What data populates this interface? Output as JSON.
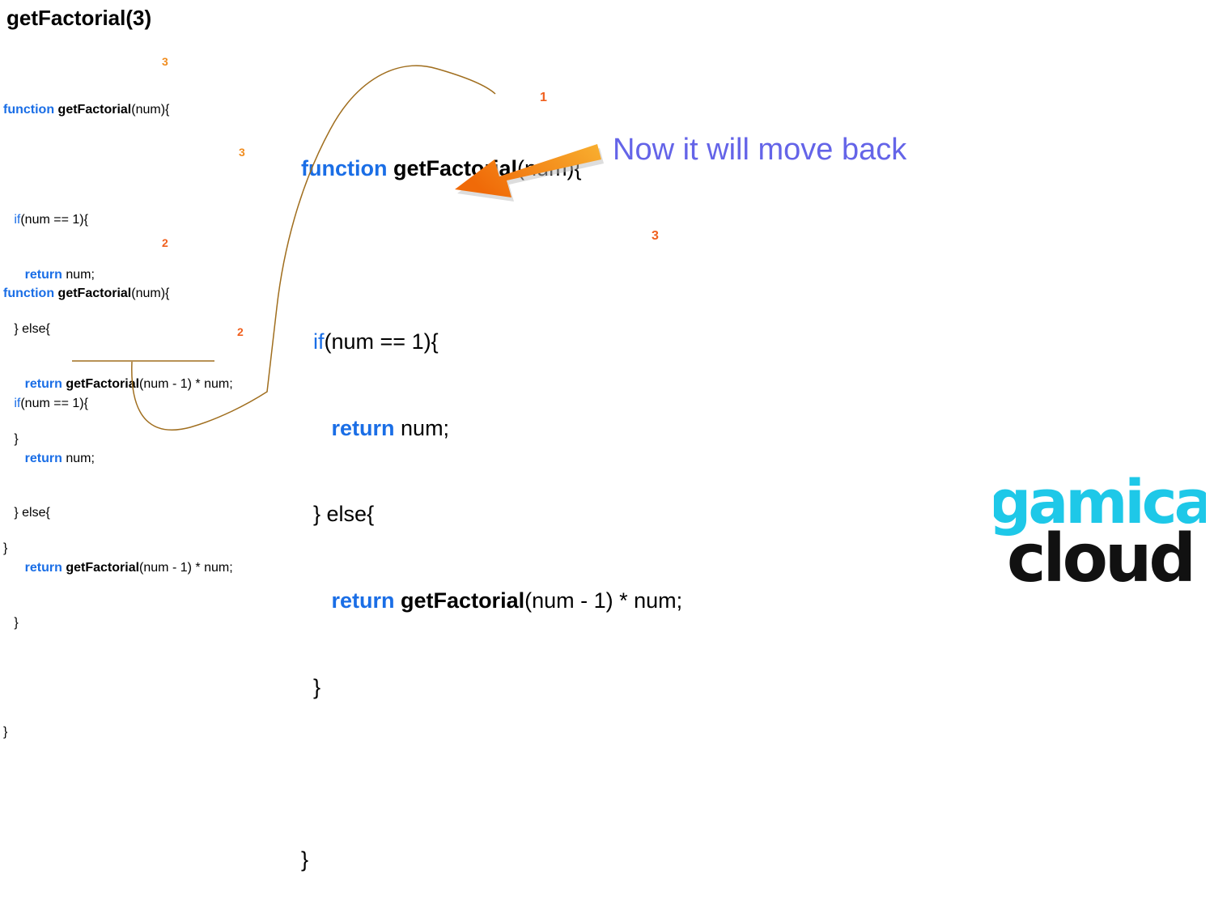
{
  "title": "getFactorial(3)",
  "code": {
    "function_kw": "function",
    "fn_name": "getFactorial",
    "header_rest": "(num){",
    "if_kw": "if",
    "if_rest": "(num == 1){",
    "return_kw": "return",
    "return_num": " num;",
    "else_line": "} else{",
    "call_name": "getFactorial",
    "call_rest": "(num - 1) * num;",
    "close_inner": "}",
    "close_outer": "}"
  },
  "frames": [
    {
      "label_num": "3",
      "label_mul": "3"
    },
    {
      "label_num": "2",
      "label_mul": "2"
    },
    {
      "label_num": "1",
      "label_mul": "3"
    }
  ],
  "note": "Now it will move back",
  "colors": {
    "keyword": "#1a6ee6",
    "annotation_orange": "#f08c1e",
    "annotation_red": "#f0601e",
    "note": "#6464e8",
    "connector": "#a06e1e",
    "arrow": "#f58a10",
    "logo_top": "#1ec8e8",
    "logo_bottom": "#111111"
  },
  "logo": {
    "line1": "gamica",
    "line2": "cloud"
  }
}
